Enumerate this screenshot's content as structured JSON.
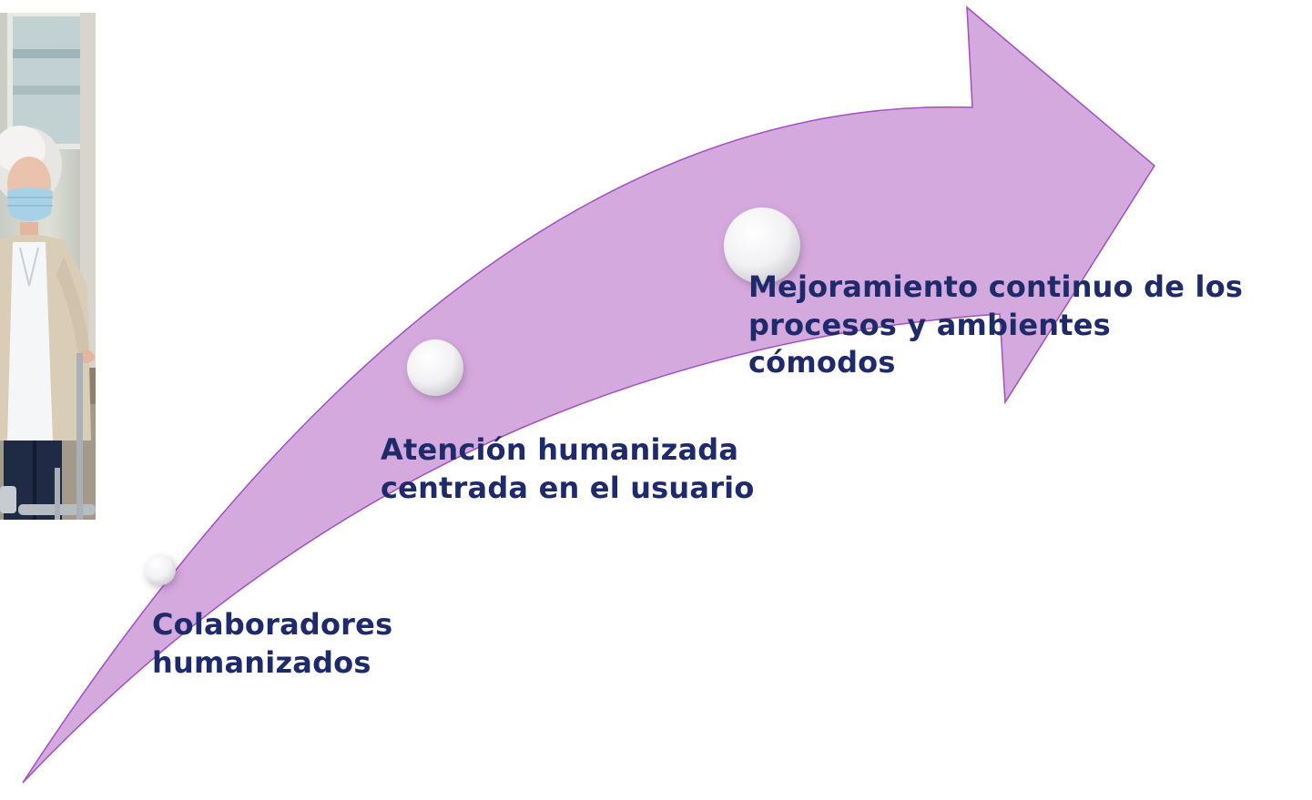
{
  "steps": [
    {
      "label": "Colaboradores\nhumanizados"
    },
    {
      "label": "Atención humanizada\ncentrada en el usuario"
    },
    {
      "label": "Mejoramiento continuo de los\nprocesos y ambientes\ncómodos"
    }
  ],
  "colors": {
    "arrow_fill": "#d4a9dd",
    "arrow_stroke": "#a24fc0",
    "label_text": "#1f2a6b",
    "node_fill": "#f1f1f3"
  },
  "photo": {
    "icon": "elderly-woman-with-walker-photo"
  }
}
